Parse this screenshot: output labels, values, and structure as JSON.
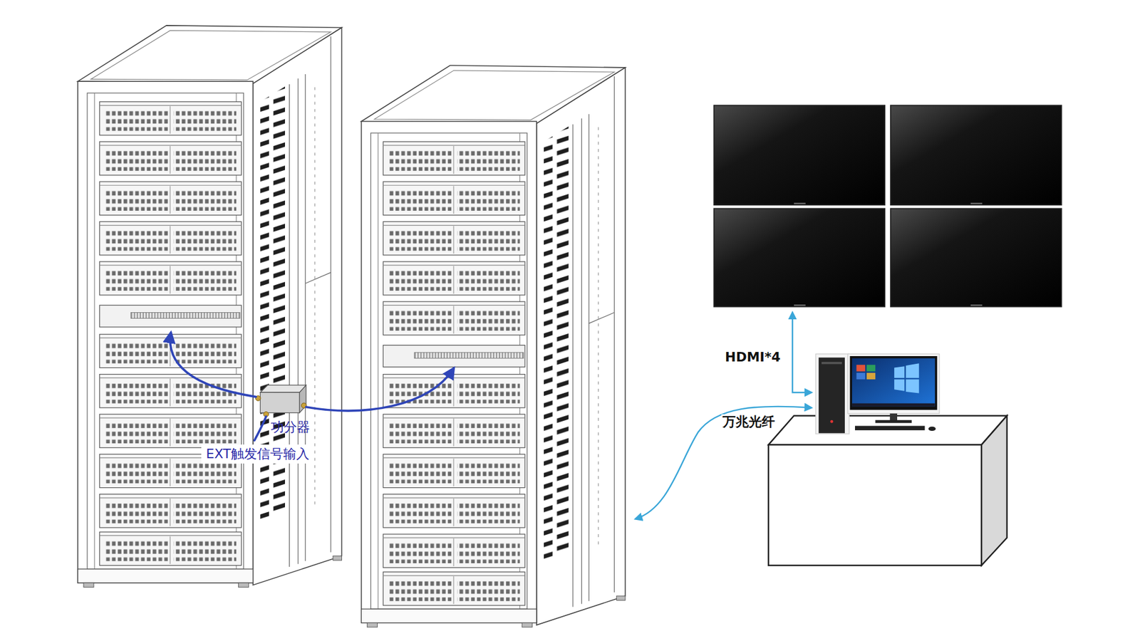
{
  "diagram": {
    "labels": [
      "功分器",
      "EXT触发信号输入",
      "HDMI*4",
      "万兆光纤"
    ]
  }
}
